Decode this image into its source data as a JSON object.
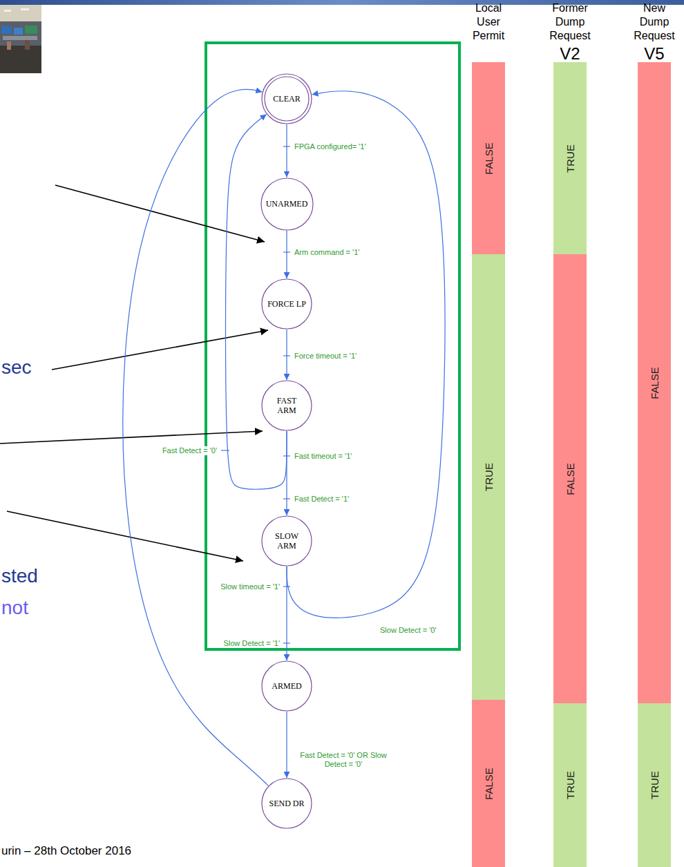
{
  "diagram": {
    "nodes": [
      {
        "text": [
          "CLEAR"
        ]
      },
      {
        "text": [
          "UNARMED"
        ]
      },
      {
        "text": [
          "FORCE LP"
        ]
      },
      {
        "text": [
          "FAST ARM"
        ]
      },
      {
        "text": [
          "SLOW ARM"
        ]
      },
      {
        "text": [
          "ARMED"
        ]
      },
      {
        "text": [
          "SEND DR"
        ]
      },
      {
        "text": [
          "FALSE"
        ]
      },
      {
        "text": [
          "TRUE"
        ]
      },
      {
        "text": [
          "FALSE"
        ]
      },
      {
        "text": [
          "TRUE"
        ]
      },
      {
        "text": [
          "FALSE"
        ]
      },
      {
        "text": [
          "TRUE"
        ]
      },
      {
        "text": [
          "FALSE"
        ]
      },
      {
        "text": [
          "TRUE"
        ]
      }
    ],
    "edges": [
      {
        "from": 0,
        "to": 1,
        "arrow": "to",
        "label": "FPGA configured= '1'"
      },
      {
        "from": 1,
        "to": 2,
        "arrow": "to",
        "label": "Arm command = '1'"
      },
      {
        "from": 2,
        "to": 3,
        "arrow": "to",
        "label": "Force timeout = '1'"
      },
      {
        "from": 3,
        "to": 0,
        "arrow": "to",
        "label": "Fast Detect = '0'"
      },
      {
        "from": 3,
        "to": 4,
        "arrow": "to",
        "label": "Fast Detect = '1'"
      },
      {
        "from": 4,
        "to": 0,
        "arrow": "to",
        "label": "Slow Detect = '0'"
      },
      {
        "from": 4,
        "to": 5,
        "arrow": "to",
        "label": "Slow Detect = '1'"
      },
      {
        "from": 5,
        "to": 6,
        "arrow": "to",
        "label": "Fast Detect = '0' OR Slow Detect = '0'"
      },
      {
        "from": 6,
        "to": 0,
        "arrow": "to"
      }
    ],
    "labels": [
      "Local User Permit",
      "Former Dump Request",
      "V2",
      "New Dump Request",
      "V5",
      "sec",
      "sted",
      "not",
      "urin – 28th October 2016",
      "Fast timeout = '1'",
      "Slow timeout = '1'"
    ]
  }
}
